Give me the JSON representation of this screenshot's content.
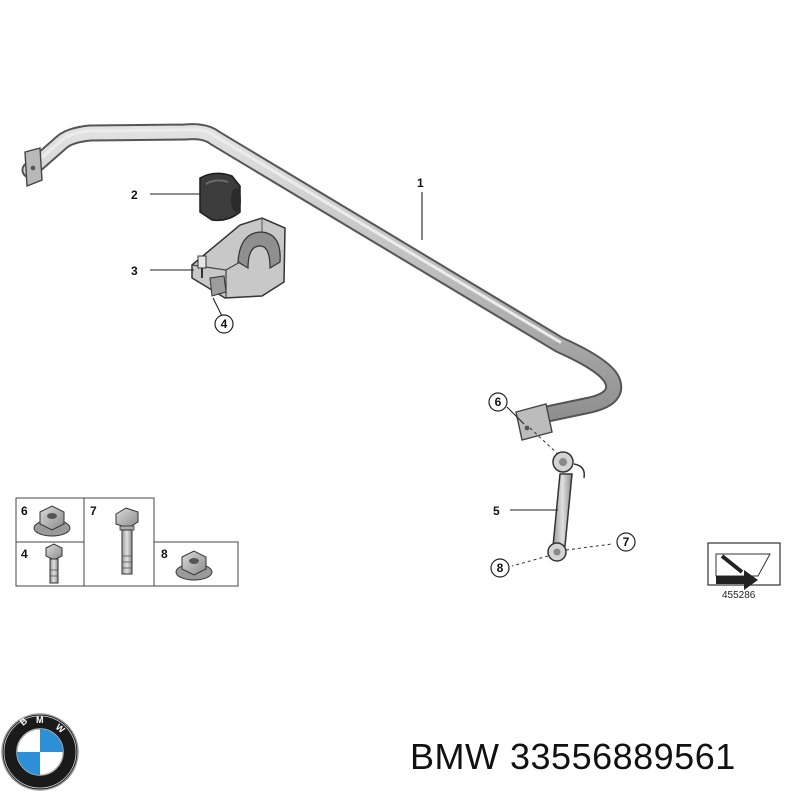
{
  "callouts": {
    "c1": "1",
    "c2": "2",
    "c3": "3",
    "c4": "4",
    "c5": "5",
    "c6": "6",
    "c7": "7",
    "c8": "8"
  },
  "fastener_table": {
    "cells": [
      {
        "number": "6",
        "part": "flange-nut"
      },
      {
        "number": "7",
        "part": "hex-bolt-long"
      },
      {
        "number": "4",
        "part": "hex-bolt-short"
      },
      {
        "number": "8",
        "part": "flange-nut"
      }
    ]
  },
  "diagram_code": "455286",
  "brand": "BMW",
  "logo_letters": "BMW",
  "part_number": "33556889561",
  "colors": {
    "part_gray": "#b5b5b5",
    "part_shadow": "#8a8a8a",
    "bushing_dark": "#3c3c3c",
    "line": "#222222",
    "bmw_blue": "#2d8fd5",
    "logo_black": "#1a1a1a"
  }
}
